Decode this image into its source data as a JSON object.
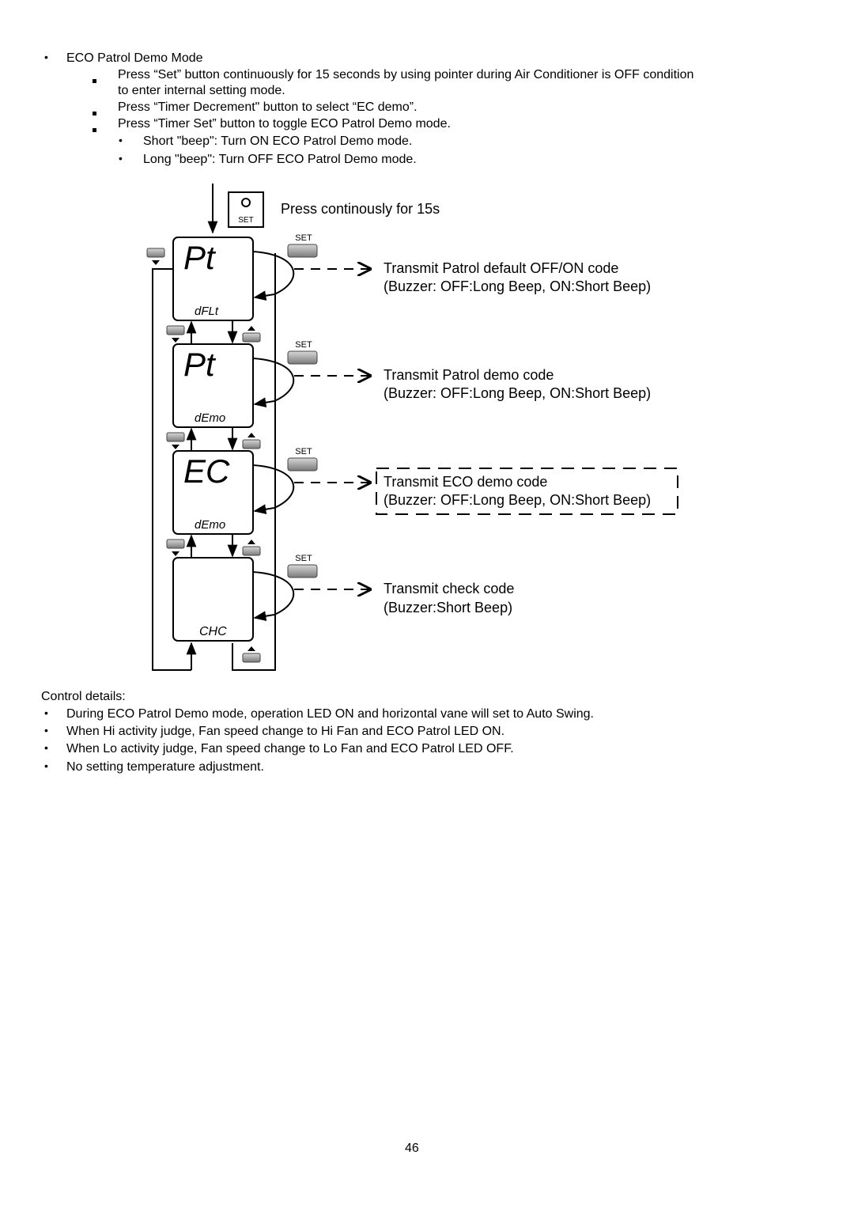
{
  "intro": {
    "heading": "ECO Patrol Demo Mode",
    "steps": [
      "Press “Set” button continuously for 15 seconds by using pointer during Air Conditioner is OFF condition",
      "to enter internal setting mode.",
      "Press “Timer Decrement\" button to select “EC demo”.",
      "Press “Timer Set” button to toggle ECO Patrol Demo mode."
    ],
    "sub_steps": [
      "Short \"beep\": Turn ON ECO Patrol Demo mode.",
      "Long \"beep\": Turn OFF ECO Patrol Demo mode."
    ]
  },
  "diagram": {
    "press_label": "Press continously for 15s",
    "set_label": "SET",
    "screens": [
      {
        "main": "Pt",
        "sub": "dFLt"
      },
      {
        "main": "Pt",
        "sub": "dEmo"
      },
      {
        "main": "EC",
        "sub": "dEmo"
      },
      {
        "main": "",
        "sub": "CHC"
      }
    ],
    "actions": [
      {
        "line1": "Transmit Patrol default OFF/ON code",
        "line2": "(Buzzer: OFF:Long Beep, ON:Short Beep)"
      },
      {
        "line1": "Transmit Patrol demo code",
        "line2": "(Buzzer: OFF:Long Beep, ON:Short Beep)"
      },
      {
        "line1": "Transmit ECO demo code",
        "line2": "(Buzzer: OFF:Long Beep, ON:Short Beep)"
      },
      {
        "line1": "Transmit check code",
        "line2": "(Buzzer:Short Beep)"
      }
    ]
  },
  "control": {
    "heading": "Control details:",
    "items": [
      "During ECO Patrol Demo mode, operation LED ON and horizontal vane will set to Auto Swing.",
      "When Hi activity judge, Fan speed change to Hi Fan and ECO Patrol LED ON.",
      "When Lo activity judge, Fan speed change to Lo Fan and ECO Patrol LED OFF.",
      "No setting temperature adjustment."
    ]
  },
  "page_number": "46"
}
